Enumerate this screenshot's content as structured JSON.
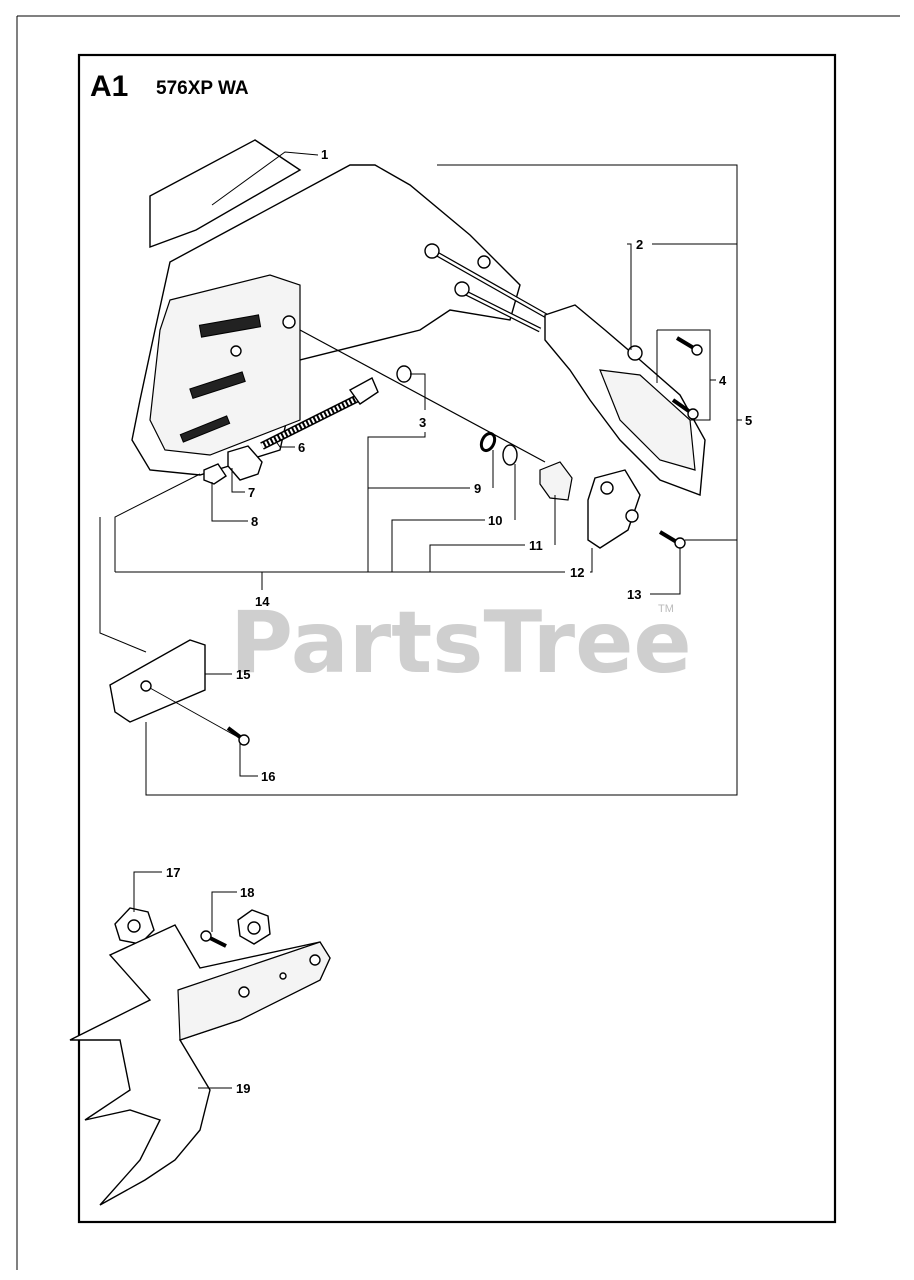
{
  "header": {
    "section_code": "A1",
    "model": "576XP WA"
  },
  "watermark": {
    "text": "PartsTree",
    "trademark": "TM"
  },
  "callouts": [
    "1",
    "2",
    "3",
    "4",
    "5",
    "6",
    "7",
    "8",
    "9",
    "10",
    "11",
    "12",
    "13",
    "14",
    "15",
    "16",
    "17",
    "18",
    "19"
  ]
}
